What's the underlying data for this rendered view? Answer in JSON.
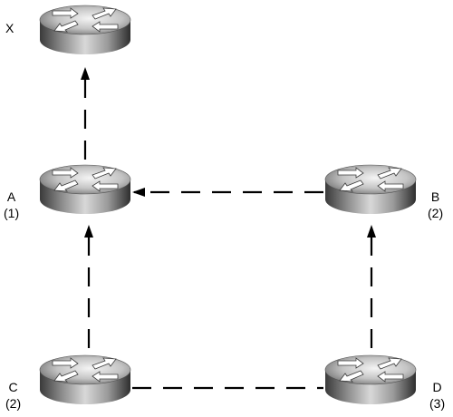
{
  "nodes": [
    {
      "id": "X",
      "name": "X",
      "cost": ""
    },
    {
      "id": "A",
      "name": "A",
      "cost": "(1)"
    },
    {
      "id": "B",
      "name": "B",
      "cost": "(2)"
    },
    {
      "id": "C",
      "name": "C",
      "cost": "(2)"
    },
    {
      "id": "D",
      "name": "D",
      "cost": "(3)"
    }
  ],
  "edges": [
    {
      "from": "A",
      "to": "X",
      "directed": true
    },
    {
      "from": "B",
      "to": "A",
      "directed": true
    },
    {
      "from": "C",
      "to": "A",
      "directed": true
    },
    {
      "from": "D",
      "to": "B",
      "directed": true
    },
    {
      "from": "C",
      "to": "D",
      "directed": false
    }
  ],
  "colors": {
    "edge": "#000000",
    "router_top_light": "#f2f2f2",
    "router_top_dark": "#7d7d7d",
    "router_side_light": "#d0d0d0",
    "router_side_dark": "#3a3a3a",
    "router_arrows": "#ffffff"
  },
  "icons": {
    "router": "router-icon"
  }
}
